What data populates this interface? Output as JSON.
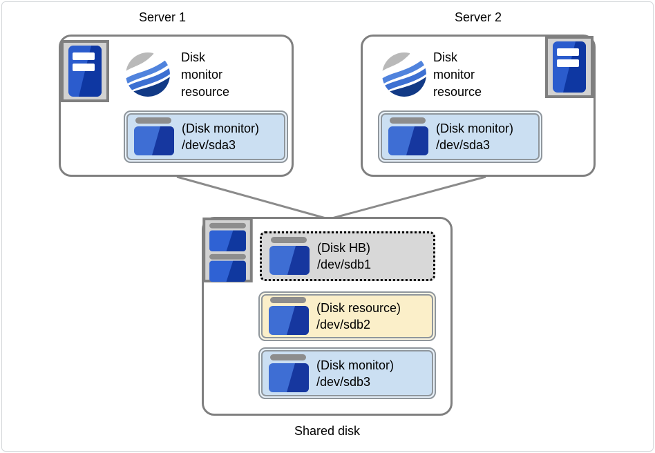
{
  "diagram": {
    "servers": [
      {
        "title": "Server 1",
        "resource_label": "Disk monitor resource",
        "item": {
          "name": "(Disk monitor)",
          "device": "/dev/sda3"
        }
      },
      {
        "title": "Server 2",
        "resource_label": "Disk monitor resource",
        "item": {
          "name": "(Disk monitor)",
          "device": "/dev/sda3"
        }
      }
    ],
    "shared_disk": {
      "label": "Shared disk",
      "items": [
        {
          "name": "(Disk HB)",
          "device": "/dev/sdb1",
          "style": "dotted-gray"
        },
        {
          "name": "(Disk resource)",
          "device": "/dev/sdb2",
          "style": "yellow"
        },
        {
          "name": "(Disk monitor)",
          "device": "/dev/sdb3",
          "style": "blue"
        }
      ]
    },
    "colors": {
      "box_border": "#7f7f7f",
      "connector_line": "#8b8b8b",
      "item_border": "#8f969c",
      "item_blue_fill": "#cbdff2",
      "item_yellow_fill": "#fbefc9",
      "item_gray_fill": "#d8d8d8",
      "icon_blue": "#2f62d4",
      "icon_dark_blue": "#10389f",
      "icon_gray": "#8d8d8d",
      "swirl_navy": "#123a86"
    }
  }
}
